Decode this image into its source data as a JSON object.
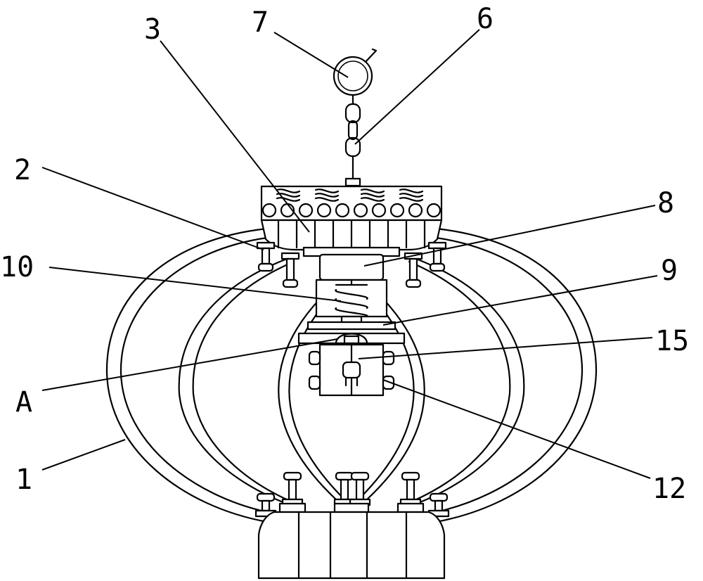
{
  "callouts": [
    {
      "id": "c1",
      "text": "1"
    },
    {
      "id": "c2",
      "text": "2"
    },
    {
      "id": "c3",
      "text": "3"
    },
    {
      "id": "c6",
      "text": "6"
    },
    {
      "id": "c7",
      "text": "7"
    },
    {
      "id": "c8",
      "text": "8"
    },
    {
      "id": "c9",
      "text": "9"
    },
    {
      "id": "c10",
      "text": "10"
    },
    {
      "id": "c12",
      "text": "12"
    },
    {
      "id": "c15",
      "text": "15"
    },
    {
      "id": "cA",
      "text": "A"
    }
  ]
}
